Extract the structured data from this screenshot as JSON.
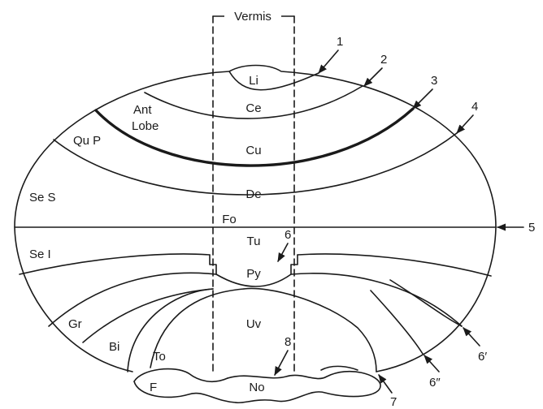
{
  "title": "Vermis",
  "regions": {
    "lingula": "Li",
    "central": "Ce",
    "culmen": "Cu",
    "declive": "De",
    "folium": "Fo",
    "tuber": "Tu",
    "pyramis": "Py",
    "uvula": "Uv",
    "nodulus": "No",
    "anterior_lobe_line1": "Ant",
    "anterior_lobe_line2": "Lobe",
    "quadrangular_posterior": "Qu P",
    "semilunar_superior": "Se S",
    "semilunar_inferior": "Se I",
    "gracile": "Gr",
    "biventral": "Bi",
    "tonsil": "To",
    "flocculus": "F"
  },
  "markers": {
    "m1": "1",
    "m2": "2",
    "m3": "3",
    "m4": "4",
    "m5": "5",
    "m6": "6",
    "m6prime": "6′",
    "m6dprime": "6″",
    "m7": "7",
    "m8": "8"
  }
}
